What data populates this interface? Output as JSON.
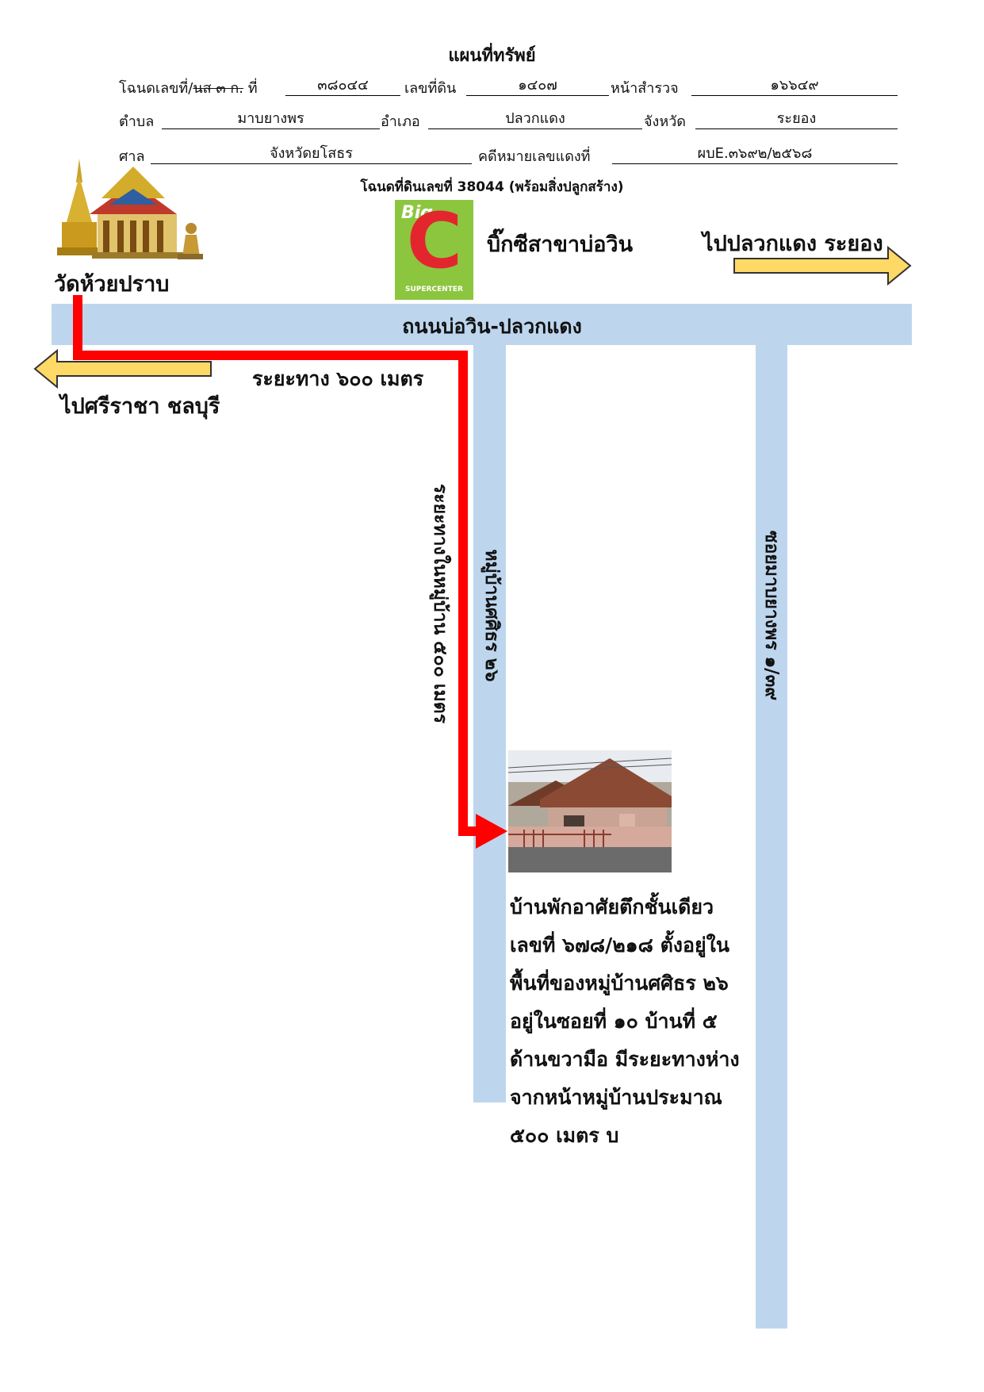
{
  "header": {
    "title": "แผนที่ทรัพย์",
    "row1": {
      "deed_label": "โฉนดเลขที่/",
      "deed_label_struck": "นส ๓ ก.",
      "deed_no_label": "ที่",
      "deed_no": "๓๘๐๔๔",
      "land_no_label": "เลขที่ดิน",
      "land_no": "๑๔๐๗",
      "survey_label": "หน้าสำรวจ",
      "survey_no": "๑๖๖๔๙"
    },
    "row2": {
      "subdistrict_label": "ตำบล",
      "subdistrict": "มาบยางพร",
      "district_label": "อำเภอ",
      "district": "ปลวกแดง",
      "province_label": "จังหวัด",
      "province": "ระยอง"
    },
    "row3": {
      "court_label": "ศาล",
      "court": "จังหวัดยโสธร",
      "case_label": "คดีหมายเลขแดงที่",
      "case_no": "ผบE.๓๖๙๒/๒๕๖๘"
    },
    "subtitle": "โฉนดที่ดินเลขที่ 38044 (พร้อมสิ่งปลูกสร้าง)"
  },
  "map": {
    "temple_label": "วัดห้วยปราบ",
    "bigc": {
      "logo_text": "Big",
      "logo_letter": "C",
      "logo_sub": "SUPERCENTER",
      "label": "บิ๊กซีสาขาบ่อวิน"
    },
    "to_right_label": "ไปปลวกแดง ระยอง",
    "to_left_label": "ไปศรีราชา ชลบุรี",
    "main_road_label": "ถนนบ่อวิน-ปลวกแดง",
    "distance_main": "ระยะทาง ๖๐๐ เมตร",
    "distance_village": "ระยะทางในหมู่บ้าน ๕๐๐ เมตร",
    "village_road_label": "หมู่บ้านศศิธร ๒๖",
    "soi_label": "ซอยมาบยางพร ๑/๓๙",
    "colors": {
      "road": "#bdd6ee",
      "route": "#ff0000",
      "arrow_fill": "#ffd966",
      "bigc_green": "#8cc63f",
      "bigc_red": "#e3262e"
    }
  },
  "description": {
    "lines": [
      "บ้านพักอาศัยตึกชั้นเดียว",
      "เลขที่ ๖๗๘/๒๑๘ ตั้งอยู่ใน",
      "พื้นที่ของหมู่บ้านศศิธร ๒๖",
      "อยู่ในซอยที่ ๑๐ บ้านที่ ๕",
      "ด้านขวามือ มีระยะทางห่าง",
      "จากหน้าหมู่บ้านประมาณ",
      "๕๐๐ เมตร บ"
    ]
  }
}
